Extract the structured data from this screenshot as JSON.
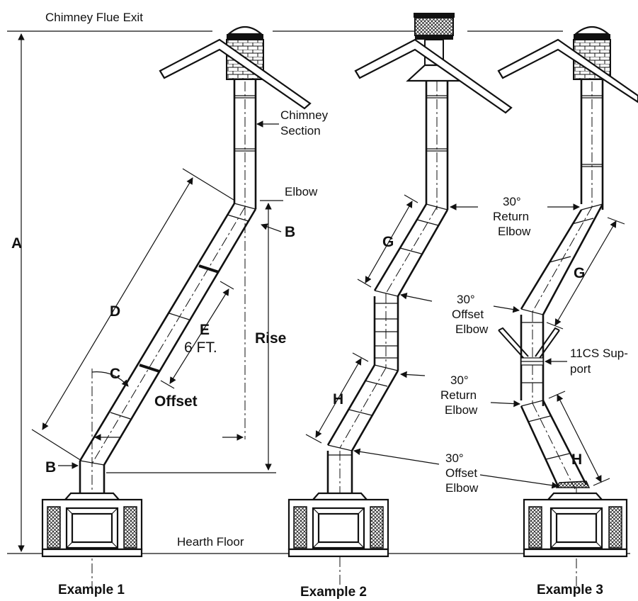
{
  "labels": {
    "chimney_flue_exit": "Chimney Flue Exit",
    "hearth_floor": "Hearth Floor",
    "a": "A",
    "b": "B",
    "c": "C",
    "d": "D",
    "e": "E",
    "g": "G",
    "h": "H",
    "six_ft": "6 FT.",
    "offset": "Offset",
    "rise": "Rise",
    "elbow": "Elbow",
    "chimney": "Chimney",
    "section": "Section",
    "deg30": "30°",
    "return": "Return",
    "offset_word": "Offset",
    "elbow_word": "Elbow",
    "support_line1": "11CS Sup-",
    "support_line2": "port"
  },
  "captions": {
    "example1": "Example 1",
    "example2": "Example 2",
    "example3": "Example 3"
  }
}
